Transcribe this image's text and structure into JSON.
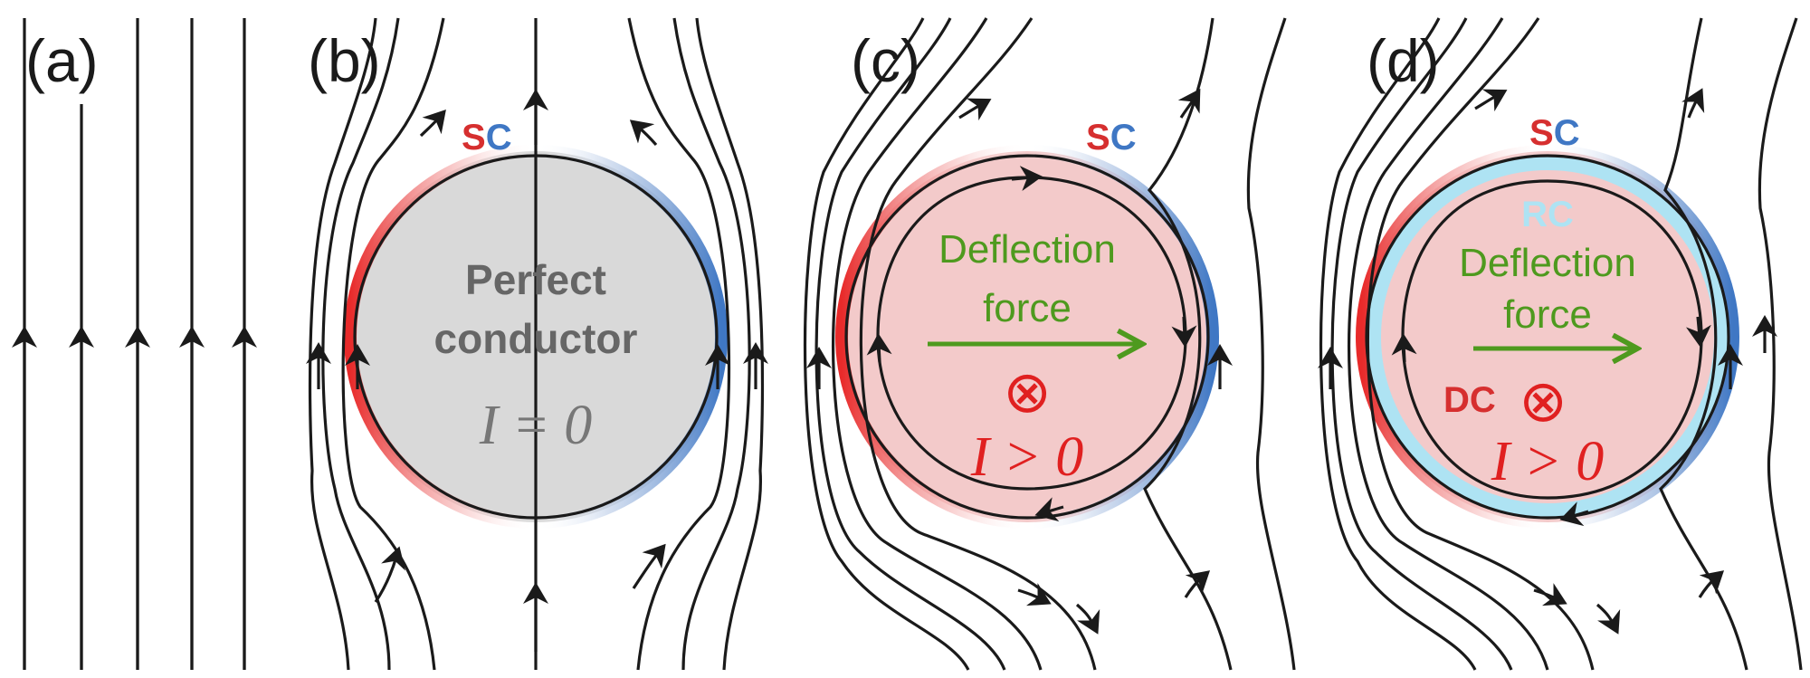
{
  "panels": [
    {
      "label": "(a)"
    },
    {
      "label": "(b)",
      "sc": {
        "s": "S",
        "c": "C"
      },
      "title_line1": "Perfect",
      "title_line2": "conductor",
      "current": "I = 0"
    },
    {
      "label": "(c)",
      "sc": {
        "s": "S",
        "c": "C"
      },
      "force_line1": "Deflection",
      "force_line2": "force",
      "into_page": "⊗",
      "current": "I > 0"
    },
    {
      "label": "(d)",
      "sc": {
        "s": "S",
        "c": "C"
      },
      "rc": "RC",
      "force_line1": "Deflection",
      "force_line2": "force",
      "dc": "DC",
      "into_page": "⊗",
      "current": "I > 0"
    }
  ],
  "colors": {
    "field_line": "#1a1a1a",
    "conductor_gray": "#d9d9d9",
    "conductor_pink": "#f3caca",
    "sc_red": "#d62f2f",
    "sc_blue": "#3f77c4",
    "rc_cyan": "#aee3f3",
    "force_green": "#4e9a1e",
    "current_red": "#e02020"
  }
}
